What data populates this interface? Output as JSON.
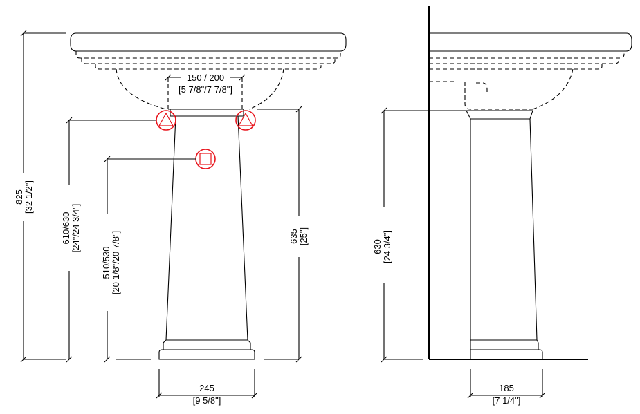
{
  "colors": {
    "line": "#000000",
    "marker": "#e8141c",
    "background": "#ffffff"
  },
  "front_view": {
    "overall_height": {
      "mm": "825",
      "inch": "[32 1/2\"]"
    },
    "supply_height": {
      "mm": "610/630",
      "inch": "[24\"/24 3/4\"]"
    },
    "waste_height": {
      "mm": "510/530",
      "inch": "[20 1/8\"/20 7/8\"]"
    },
    "pedestal_height": {
      "mm": "635",
      "inch": "[25\"]"
    },
    "tap_spacing": {
      "mm": "150 / 200",
      "inch": "[5 7/8\"/7 7/8\"]"
    },
    "base_width": {
      "mm": "245",
      "inch": "[9 5/8\"]"
    },
    "markers": [
      "triangle-marker-left",
      "triangle-marker-right",
      "square-marker"
    ]
  },
  "side_view": {
    "pedestal_height": {
      "mm": "630",
      "inch": "[24 3/4\"]"
    },
    "base_depth": {
      "mm": "185",
      "inch": "[7 1/4\"]"
    }
  }
}
